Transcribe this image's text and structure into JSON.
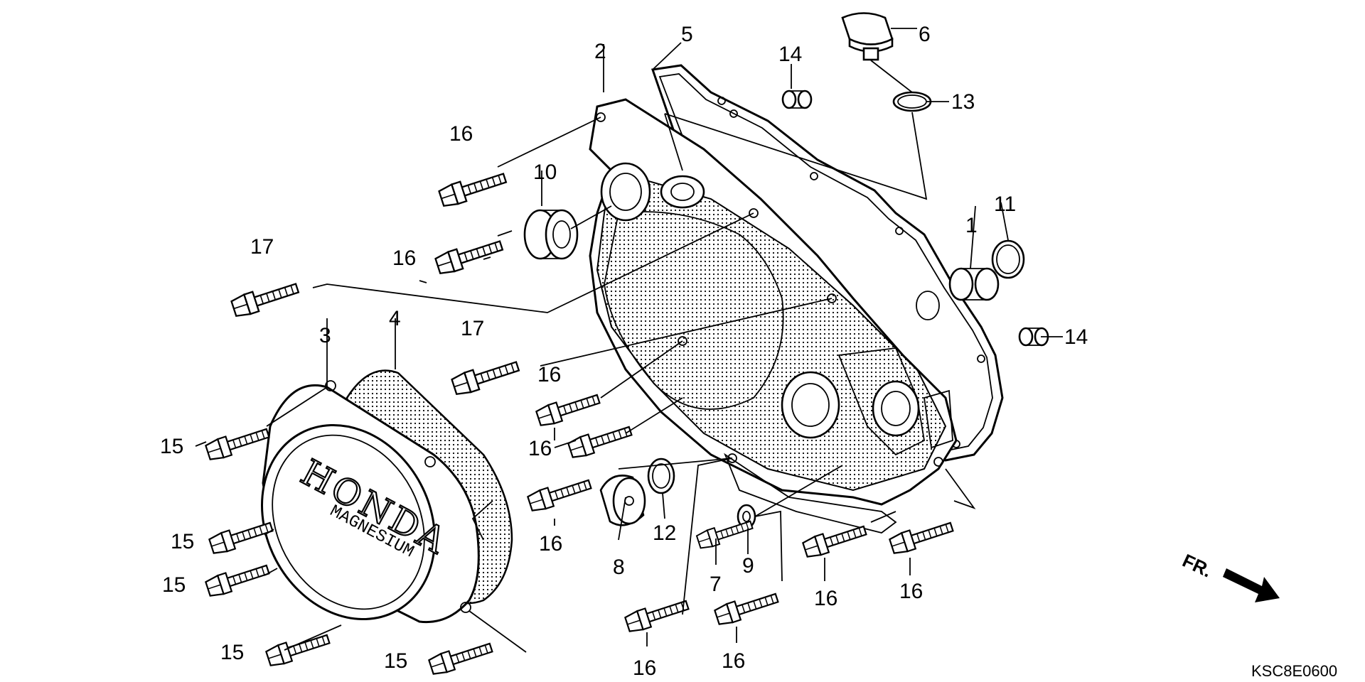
{
  "labels": {
    "p1": "1",
    "p2": "2",
    "p3": "3",
    "p4": "4",
    "p5": "5",
    "p6": "6",
    "p7": "7",
    "p8": "8",
    "p9": "9",
    "p10": "10",
    "p11": "11",
    "p12": "12",
    "p13": "13",
    "p14": "14",
    "p15": "15",
    "p16": "16",
    "p17": "17"
  },
  "brand": {
    "name": "HONDA",
    "sub": "MAGNESIUM"
  },
  "direction": "FR.",
  "code": "KSC8E0600"
}
